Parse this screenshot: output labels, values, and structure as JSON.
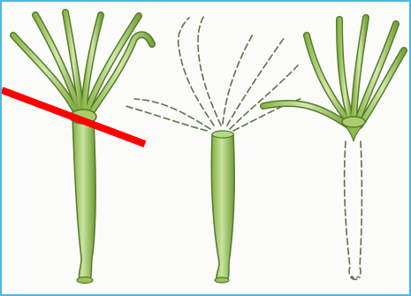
{
  "figure": {
    "panels": [
      {
        "id": "hydra-intact"
      },
      {
        "id": "hydra-stalk-only"
      },
      {
        "id": "hydra-head-only"
      }
    ],
    "colors": {
      "frame": "#4fb6e3",
      "body_light": "#c6e09a",
      "body_mid": "#9cc45a",
      "body_dark": "#5f8f2c",
      "outline": "#557a2c",
      "dashed": "#5a7248",
      "cut_line": "#ff0000"
    }
  }
}
